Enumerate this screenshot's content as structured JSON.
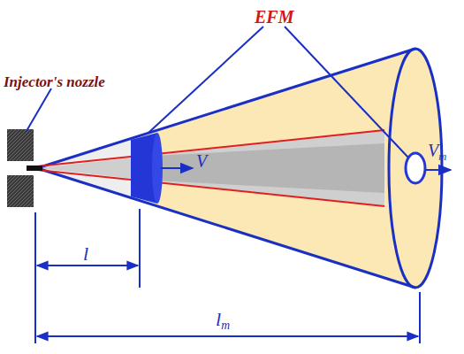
{
  "diagram": {
    "labels": [
      "Injector's nozzle",
      "EFM",
      "V",
      "Vm",
      "l",
      "lm"
    ]
  }
}
